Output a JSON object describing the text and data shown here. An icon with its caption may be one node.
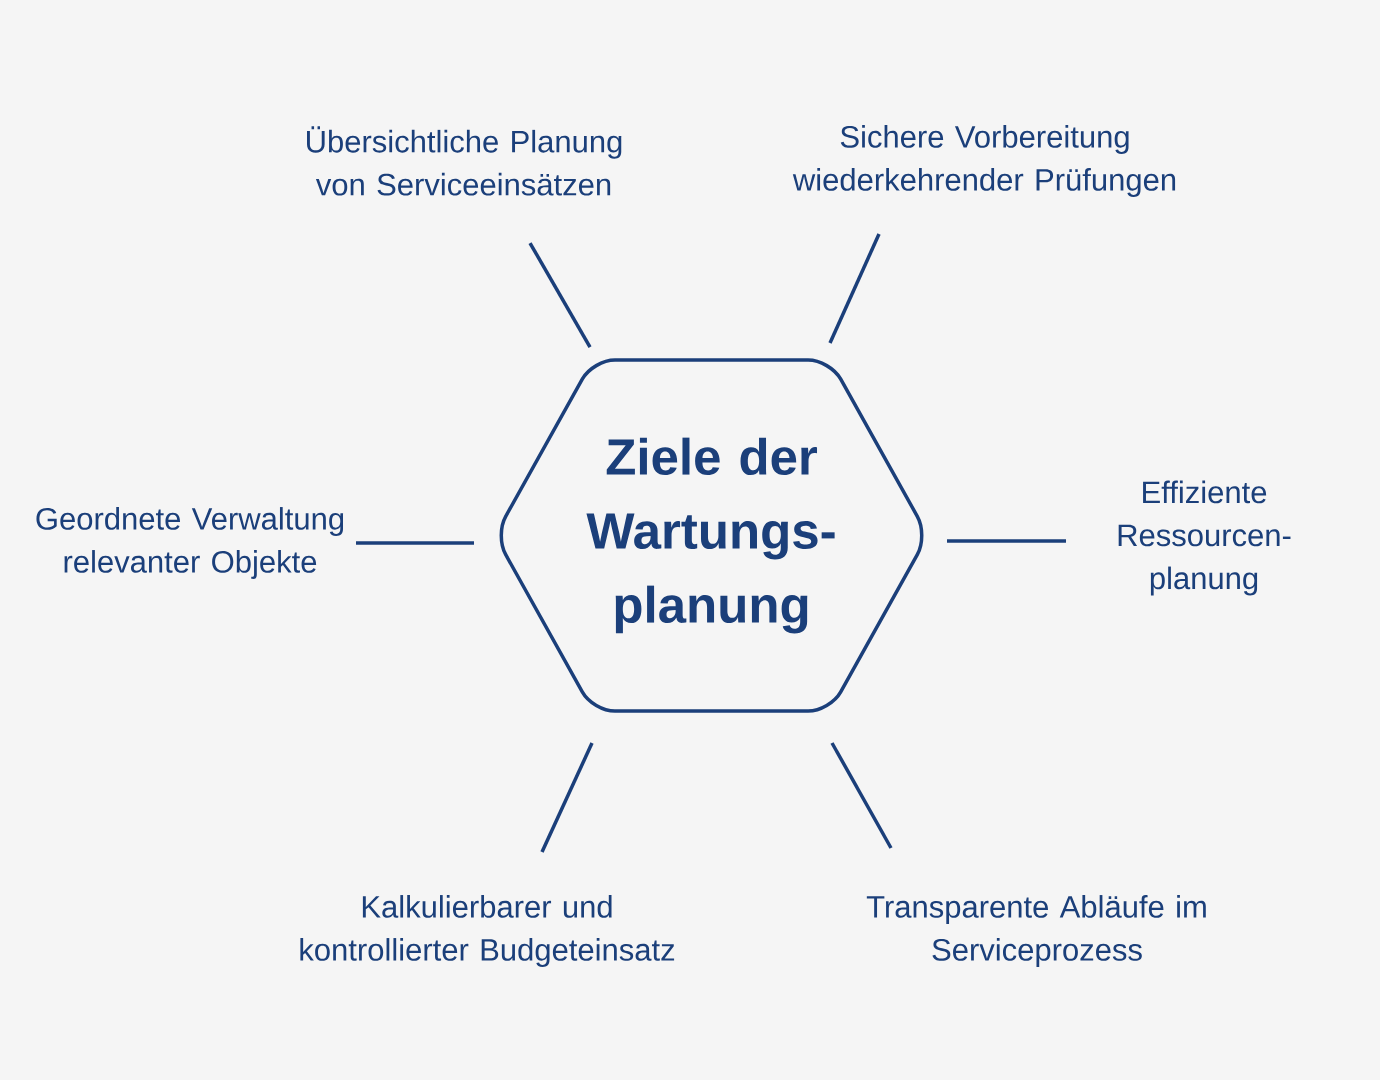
{
  "diagram": {
    "nodes": [
      {
        "text": [
          "Ziele der Wartungs- planung"
        ]
      },
      {
        "text": [
          "Übersichtliche Planung von Serviceeinsätzen"
        ]
      },
      {
        "text": [
          "Sichere Vorbereitung wiederkehrender Prüfungen"
        ]
      },
      {
        "text": [
          "Geordnete Verwaltung relevanter Objekte"
        ]
      },
      {
        "text": [
          "Effiziente Ressourcen- planung"
        ]
      },
      {
        "text": [
          "Kalkulierbarer und kontrollierter Budgeteinsatz"
        ]
      },
      {
        "text": [
          "Transparente Abläufe im Serviceprozess"
        ]
      }
    ],
    "edges": [
      {
        "from": 0,
        "to": 1,
        "arrow": "none"
      },
      {
        "from": 0,
        "to": 2,
        "arrow": "none"
      },
      {
        "from": 0,
        "to": 3,
        "arrow": "none"
      },
      {
        "from": 0,
        "to": 4,
        "arrow": "none"
      },
      {
        "from": 0,
        "to": 5,
        "arrow": "none"
      },
      {
        "from": 0,
        "to": 6,
        "arrow": "none"
      }
    ]
  }
}
